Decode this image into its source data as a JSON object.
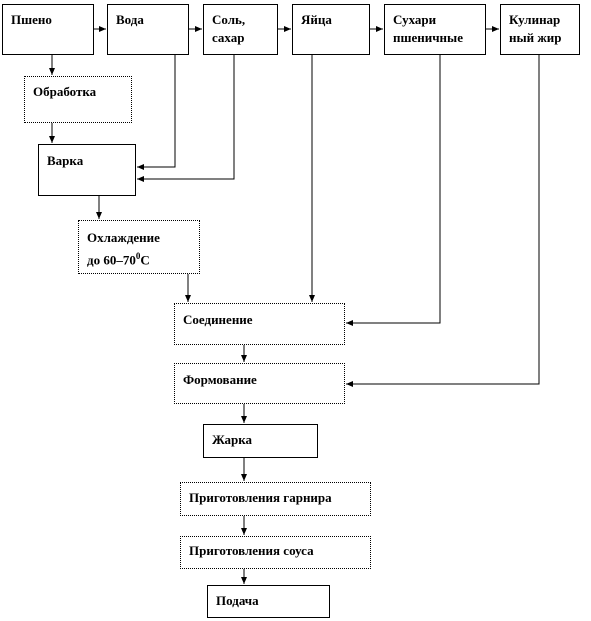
{
  "nodes": {
    "millet": "Пшено",
    "water": "Вода",
    "salt_sugar": "Соль,\nсахар",
    "eggs": "Яйца",
    "breadcrumbs": "Сухари\nпшеничные",
    "cooking_fat": "Кулинар\nный жир",
    "processing": "Обработка",
    "boiling": "Варка",
    "cooling": "Охлаждение\nдо 60–70",
    "cooling_degree": "0",
    "cooling_unit": "С",
    "combining": "Соединение",
    "forming": "Формование",
    "frying": "Жарка",
    "garnish": "Приготовления гарнира",
    "sauce": "Приготовления соуса",
    "serving": "Подача"
  }
}
